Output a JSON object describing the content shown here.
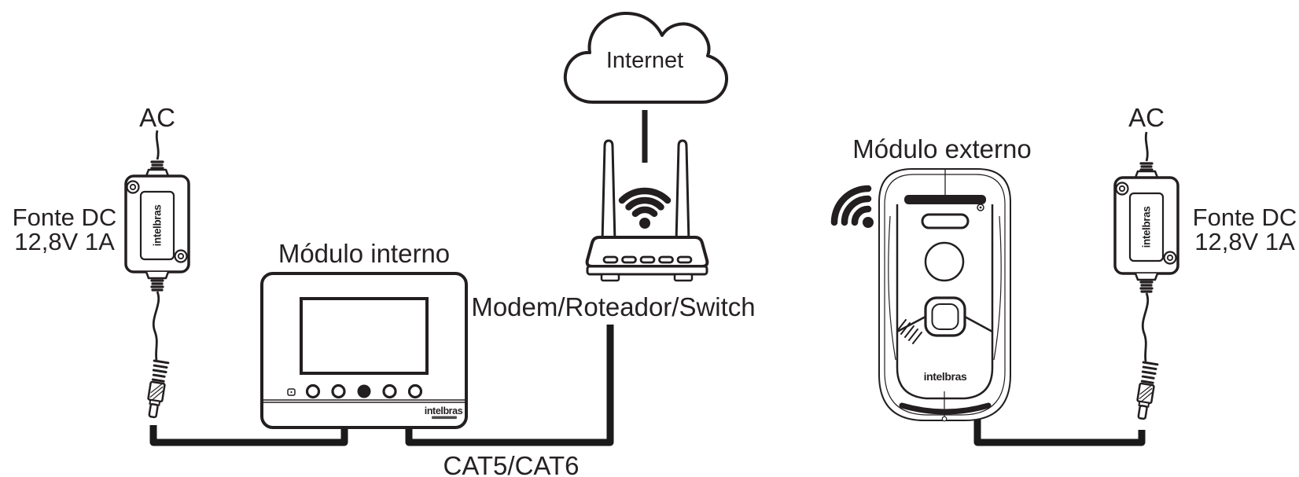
{
  "diagram": {
    "background": "#ffffff",
    "ink_color": "#231f20",
    "cable_color": "#1a1a1a",
    "internet_cloud": {
      "label": "Internet"
    },
    "router": {
      "label": "Modem/Roteador/Switch"
    },
    "network_cable": {
      "label": "CAT5/CAT6"
    },
    "module_interno": {
      "title": "Módulo interno",
      "brand": "intelbras"
    },
    "module_externo": {
      "title": "Módulo externo",
      "brand": "intelbras"
    },
    "power_left": {
      "ac": "AC",
      "name_line1": "Fonte DC",
      "name_line2": "12,8V 1A",
      "brand": "intelbras"
    },
    "power_right": {
      "ac": "AC",
      "name_line1": "Fonte DC",
      "name_line2": "12,8V 1A"
    }
  }
}
